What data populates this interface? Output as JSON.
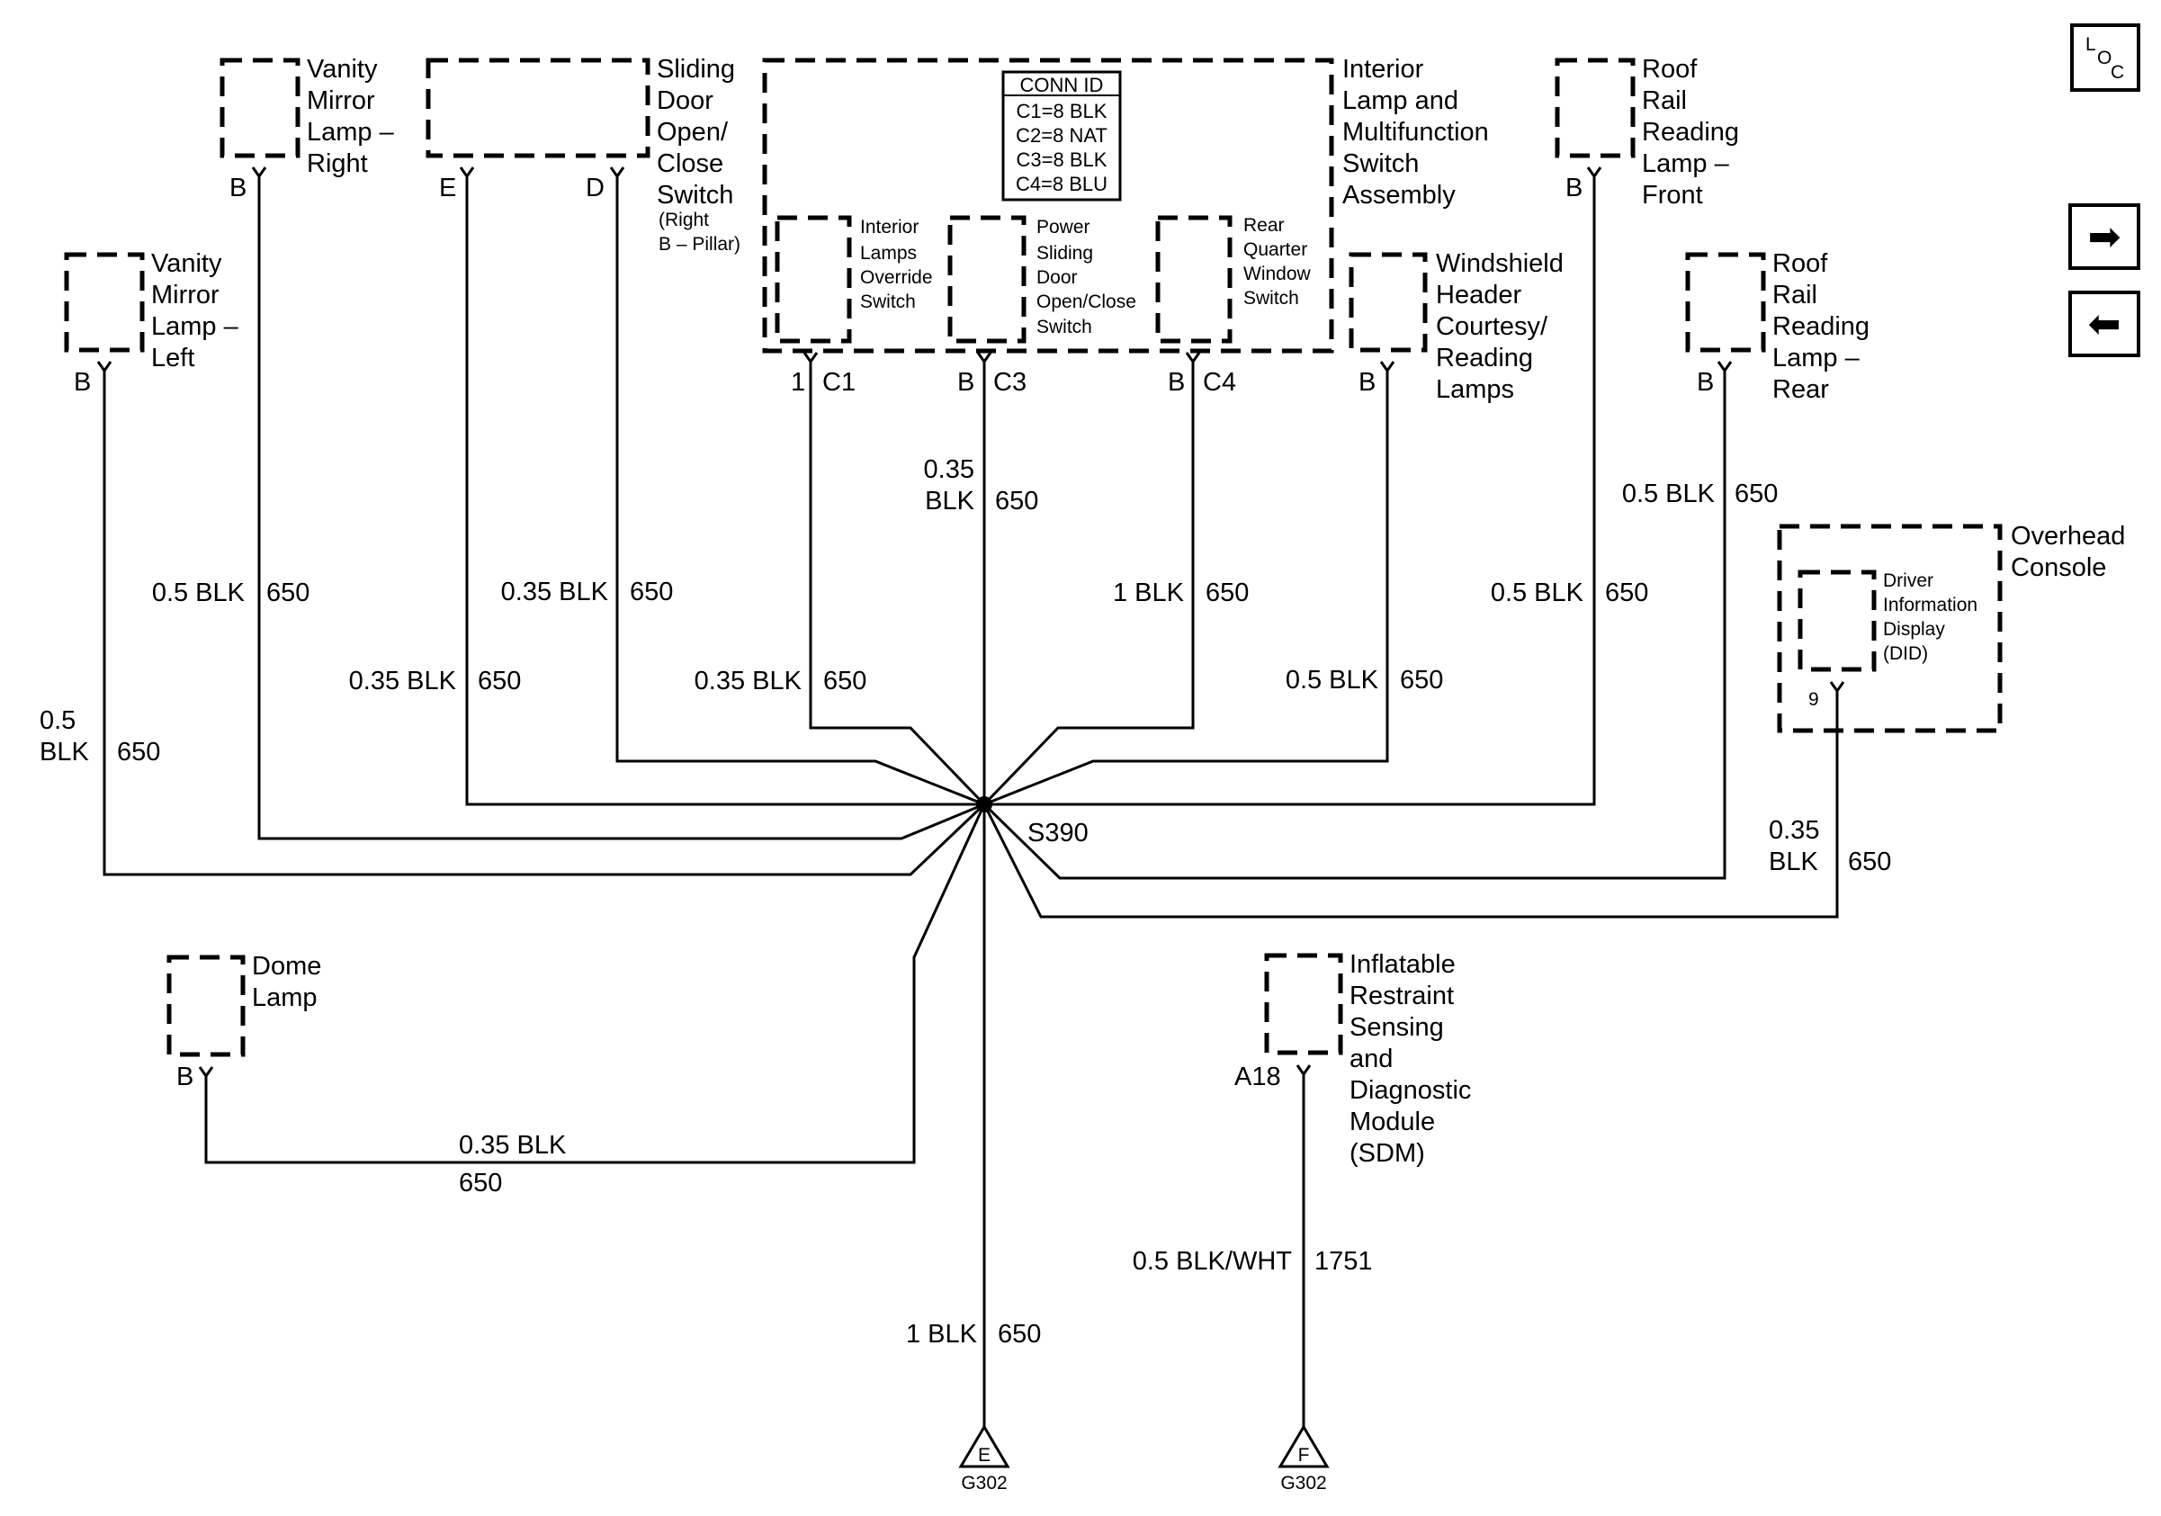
{
  "components": {
    "vanity_right": [
      "Vanity",
      "Mirror",
      "Lamp –",
      "Right"
    ],
    "vanity_left": [
      "Vanity",
      "Mirror",
      "Lamp –",
      "Left"
    ],
    "sliding_door": [
      "Sliding",
      "Door",
      "Open/",
      "Close",
      "Switch"
    ],
    "sliding_door_note": [
      "(Right",
      "B – Pillar)"
    ],
    "interior_lamp": [
      "Interior",
      "Lamp and",
      "Multifunction",
      "Switch",
      "Assembly"
    ],
    "conn_id": {
      "header": "CONN ID",
      "lines": [
        "C1=8 BLK",
        "C2=8 NAT",
        "C3=8 BLK",
        "C4=8 BLU"
      ]
    },
    "override_switch": [
      "Interior",
      "Lamps",
      "Override",
      "Switch"
    ],
    "power_sliding_switch": [
      "Power",
      "Sliding",
      "Door",
      "Open/Close",
      "Switch"
    ],
    "rear_quarter_switch": [
      "Rear",
      "Quarter",
      "Window",
      "Switch"
    ],
    "roof_front": [
      "Roof",
      "Rail",
      "Reading",
      "Lamp –",
      "Front"
    ],
    "roof_rear": [
      "Roof",
      "Rail",
      "Reading",
      "Lamp –",
      "Rear"
    ],
    "windshield": [
      "Windshield",
      "Header",
      "Courtesy/",
      "Reading",
      "Lamps"
    ],
    "overhead": [
      "Overhead",
      "Console"
    ],
    "did": [
      "Driver",
      "Information",
      "Display",
      "(DID)"
    ],
    "dome": [
      "Dome",
      "Lamp"
    ],
    "sdm": [
      "Inflatable",
      "Restraint",
      "Sensing",
      "and",
      "Diagnostic",
      "Module",
      "(SDM)"
    ]
  },
  "pins": {
    "vanity_right": "B",
    "vanity_left": "B",
    "sliding_e": "E",
    "sliding_d": "D",
    "c1_pin": "1",
    "c1": "C1",
    "c3_pin": "B",
    "c3": "C3",
    "c4_pin": "B",
    "c4": "C4",
    "windshield": "B",
    "roof_front": "B",
    "roof_rear": "B",
    "did": "9",
    "dome": "B",
    "sdm": "A18"
  },
  "wires": {
    "vanity_left_size": [
      "0.5",
      "BLK"
    ],
    "vanity_left_circuit": "650",
    "vanity_right_size": "0.5 BLK",
    "vanity_right_circuit": "650",
    "sliding_e_size": "0.35 BLK",
    "sliding_e_circuit": "650",
    "sliding_d_size": "0.35 BLK",
    "sliding_d_circuit": "650",
    "c1_size": "0.35 BLK",
    "c1_circuit": "650",
    "c3_size": [
      "0.35",
      "BLK"
    ],
    "c3_circuit": "650",
    "c4_size": "1 BLK",
    "c4_circuit": "650",
    "windshield_size": "0.5 BLK",
    "windshield_circuit": "650",
    "roof_front_size": "0.5 BLK",
    "roof_front_circuit": "650",
    "roof_rear_size": "0.5 BLK",
    "roof_rear_circuit": "650",
    "did_size": [
      "0.35",
      "BLK"
    ],
    "did_circuit": "650",
    "dome_size": "0.35 BLK",
    "dome_circuit": "650",
    "ground_size": "1 BLK",
    "ground_circuit": "650",
    "sdm_size": "0.5 BLK/WHT",
    "sdm_circuit": "1751"
  },
  "splice": "S390",
  "grounds": {
    "g1_letter": "E",
    "g1_label": "G302",
    "g2_letter": "F",
    "g2_label": "G302"
  },
  "nav": {
    "loc_l": "L",
    "loc_o": "O",
    "loc_c": "C",
    "next_glyph": "➡",
    "prev_glyph": "⬅"
  }
}
